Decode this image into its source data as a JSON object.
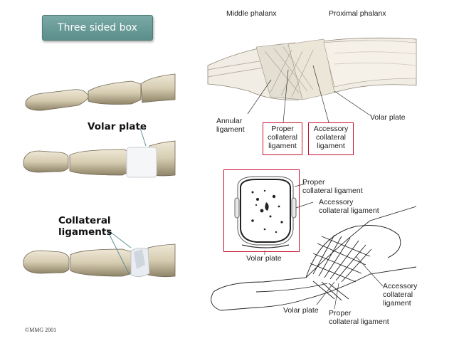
{
  "badge": {
    "label": "Three sided box"
  },
  "left_panel": {
    "volar_plate_label": "Volar plate",
    "collateral_label_line1": "Collateral",
    "collateral_label_line2": "ligaments",
    "copyright": "©MMG 2001"
  },
  "top_right": {
    "middle_phalanx": "Middle phalanx",
    "proximal_phalanx": "Proximal phalanx",
    "annular_line1": "Annular",
    "annular_line2": "ligament",
    "proper_line1": "Proper",
    "proper_line2": "collateral",
    "proper_line3": "ligament",
    "accessory_line1": "Accessory",
    "accessory_line2": "collateral",
    "accessory_line3": "ligament",
    "volar_plate": "Volar plate"
  },
  "bottom_right": {
    "proper_cl_line1": "Proper",
    "proper_cl_line2": "collateral ligament",
    "accessory_cl_line1": "Accessory",
    "accessory_cl_line2": "collateral ligament",
    "volar_plate_cross": "Volar plate",
    "accessory_right_line1": "Accessory",
    "accessory_right_line2": "collateral",
    "accessory_right_line3": "ligament",
    "volar_plate_bottom": "Volar plate",
    "proper_bottom_line1": "Proper",
    "proper_bottom_line2": "collateral ligament"
  },
  "colors": {
    "highlight": "#c8102e",
    "badge": "#6a9d99",
    "bone": "#d8cfb8"
  }
}
